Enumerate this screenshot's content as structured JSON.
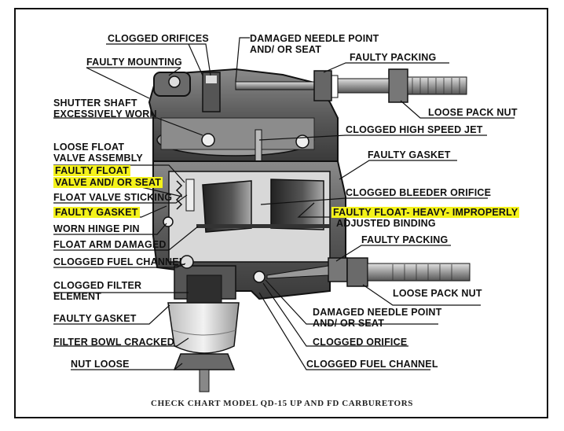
{
  "labels": {
    "clogged_orifices": "CLOGGED ORIFICES",
    "damaged_needle_top_1": "DAMAGED NEEDLE POINT",
    "damaged_needle_top_2": "AND/ OR SEAT",
    "faulty_mounting": "FAULTY MOUNTING",
    "faulty_packing_top": "FAULTY PACKING",
    "shutter_shaft_1": "SHUTTER SHAFT",
    "shutter_shaft_2": "EXCESSIVELY WORN",
    "loose_pack_nut_top": "LOOSE PACK NUT",
    "clogged_high_speed_jet": "CLOGGED HIGH SPEED JET",
    "loose_float_1": "LOOSE FLOAT",
    "loose_float_2": "VALVE ASSEMBLY",
    "faulty_gasket_right": "FAULTY GASKET",
    "faulty_float_valve_1": "FAULTY FLOAT",
    "faulty_float_valve_2": "VALVE AND/ OR SEAT",
    "float_valve_sticking": "FLOAT VALVE STICKING",
    "clogged_bleeder_orifice": "CLOGGED BLEEDER ORIFICE",
    "faulty_gasket_left": "FAULTY GASKET",
    "faulty_float_heavy_1": "FAULTY FLOAT- HEAVY- IMPROPERLY",
    "faulty_float_heavy_2": "ADJUSTED BINDING",
    "worn_hinge_pin": "WORN HINGE PIN",
    "faulty_packing_bottom": "FAULTY PACKING",
    "float_arm_damaged": "FLOAT ARM DAMAGED",
    "clogged_fuel_channel_left": "CLOGGED FUEL CHANNEL",
    "clogged_filter_1": "CLOGGED FILTER",
    "clogged_filter_2": "ELEMENT",
    "loose_pack_nut_bottom": "LOOSE PACK NUT",
    "damaged_needle_bottom_1": "DAMAGED NEEDLE POINT",
    "damaged_needle_bottom_2": "AND/ OR SEAT",
    "faulty_gasket_bottom": "FAULTY GASKET",
    "clogged_orifice": "CLOGGED ORIFICE",
    "filter_bowl_cracked": "FILTER BOWL CRACKED",
    "nut_loose": "NUT LOOSE",
    "clogged_fuel_channel_bottom": "CLOGGED FUEL CHANNEL"
  },
  "caption": "CHECK CHART MODEL QD-15 UP AND FD CARBURETORS",
  "colors": {
    "highlight": "#f4f21a",
    "ink": "#111111",
    "metal_dark": "#3a3a3a",
    "metal_mid": "#7a7a7a",
    "metal_light": "#bdbdbd"
  }
}
